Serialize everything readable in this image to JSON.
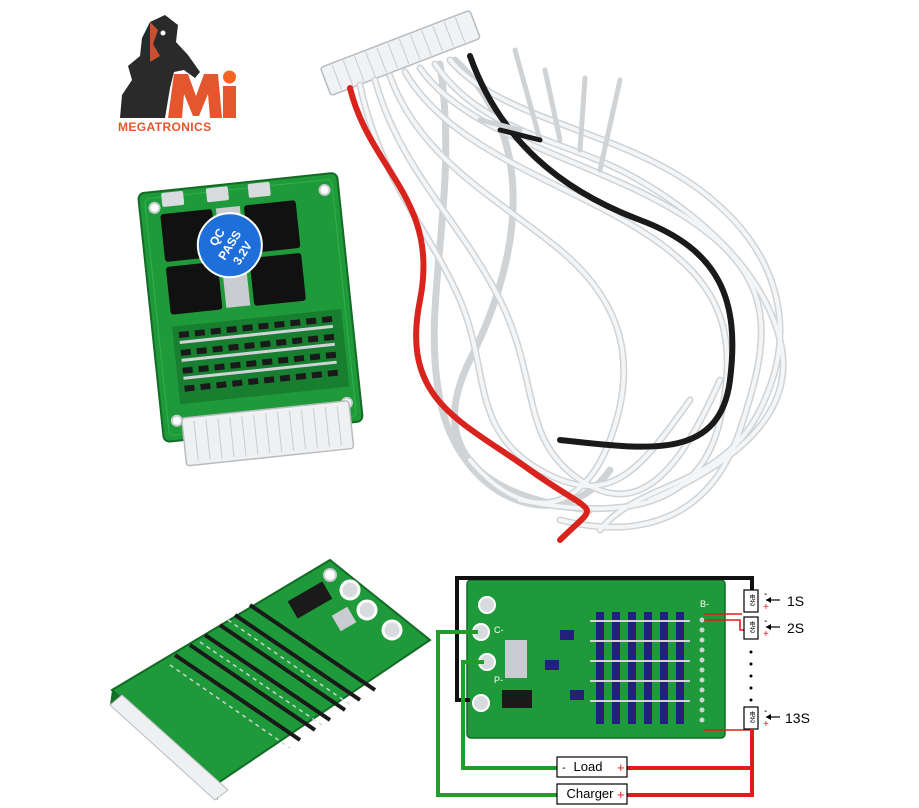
{
  "logo": {
    "brand_text": "MEGATRONICS",
    "letters": "Mi",
    "brand_color": "#e4572e",
    "accent_color": "#f26522",
    "dark_color": "#222222"
  },
  "top_board": {
    "sticker_line1": "QC",
    "sticker_line2": "PASS",
    "sticker_line3": "3.2V",
    "sticker_color": "#1e6fd9",
    "pcb_color": "#1f9a3a"
  },
  "cable": {
    "wire_count": 13,
    "wire_color": "#e8eaec",
    "red_wire_color": "#d9231d",
    "black_wire_color": "#1a1a1a"
  },
  "wiring_diagram": {
    "cell_labels": [
      "1S",
      "2S",
      "13S"
    ],
    "cell_glyph": "电芯",
    "load_label": "Load",
    "charger_label": "Charger",
    "plus_sign": "+",
    "minus_sign": "-",
    "b_minus_pad": "B-",
    "c_minus_pad": "C-",
    "p_minus_pad": "P-",
    "ellipsis_dots": "⋮",
    "wire_red": "#e21b1b",
    "wire_green": "#1f9e2a",
    "wire_black": "#111111"
  }
}
